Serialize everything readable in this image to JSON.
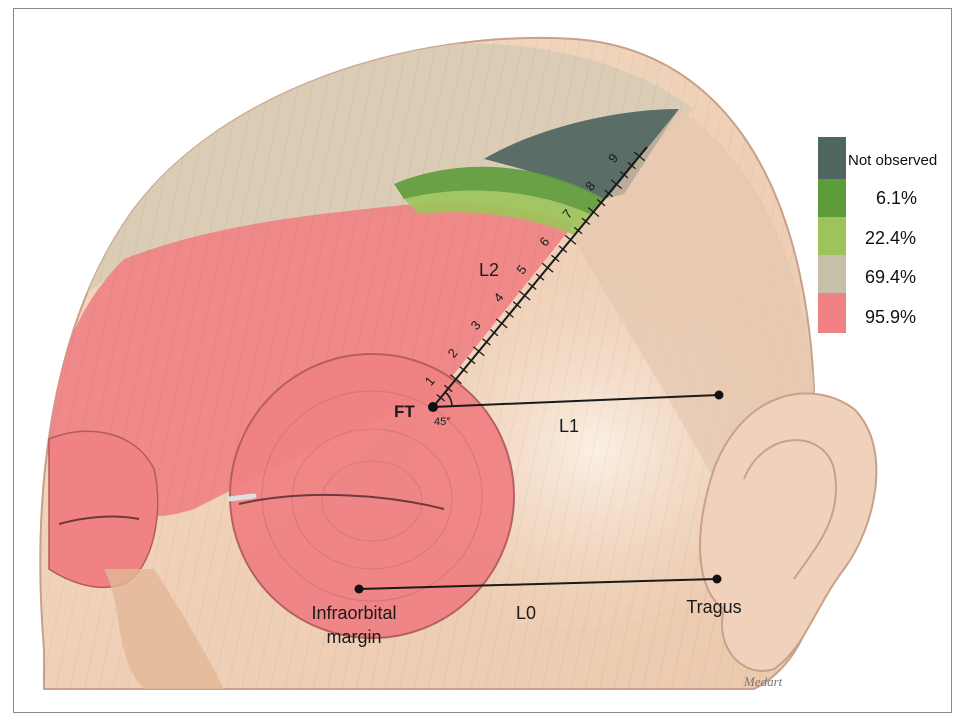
{
  "labels": {
    "ft": "FT",
    "angle": "45°",
    "l0": "L0",
    "l1": "L1",
    "l2": "L2",
    "infraorbital_line1": "Infraorbital",
    "infraorbital_line2": "margin",
    "tragus": "Tragus",
    "ticks": [
      "1",
      "2",
      "3",
      "4",
      "5",
      "6",
      "7",
      "8",
      "9"
    ]
  },
  "legend": [
    {
      "label": "Not observed",
      "color": "#4f6661"
    },
    {
      "label": "6.1%",
      "color": "#5d9c3a"
    },
    {
      "label": "22.4%",
      "color": "#9cc45a"
    },
    {
      "label": "69.4%",
      "color": "#c4c0aa"
    },
    {
      "label": "95.9%",
      "color": "#f08284"
    }
  ],
  "signature": "Medart"
}
